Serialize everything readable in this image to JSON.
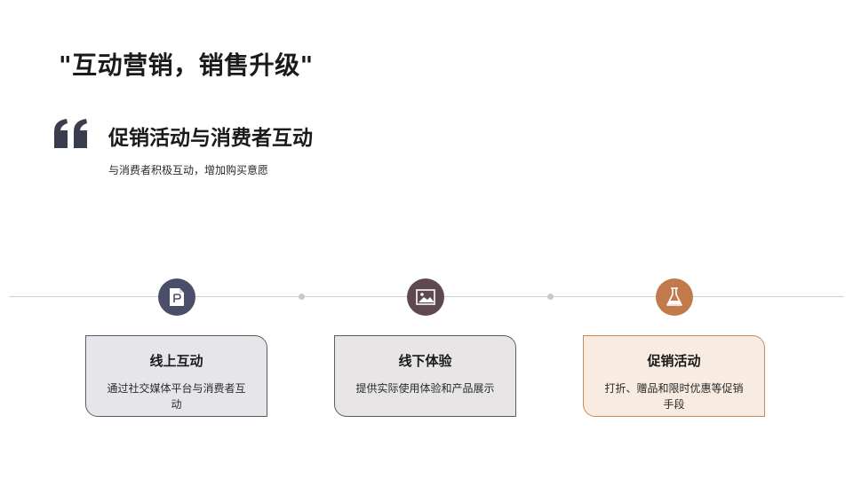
{
  "title": "\"互动营销，销售升级\"",
  "quote": {
    "heading": "促销活动与消费者互动",
    "subtitle": "与消费者积极互动，增加购买意愿"
  },
  "cards": [
    {
      "title": "线上互动",
      "description": "通过社交媒体平台与消费者互动",
      "icon": "document-p-icon",
      "node_color": "#4a4e68",
      "card_bg": "#e6e6ea",
      "card_border": "#5c5c66"
    },
    {
      "title": "线下体验",
      "description": "提供实际使用体验和产品展示",
      "icon": "image-icon",
      "node_color": "#5e4a4e",
      "card_bg": "#e7e5e6",
      "card_border": "#5e5e62"
    },
    {
      "title": "促销活动",
      "description": "打折、赠品和限时优惠等促销手段",
      "icon": "flask-icon",
      "node_color": "#c27a4c",
      "card_bg": "#f7ebe2",
      "card_border": "#c98a5e"
    }
  ],
  "colors": {
    "quote_mark": "#3a3d4e",
    "timeline": "#cfcfcf"
  }
}
